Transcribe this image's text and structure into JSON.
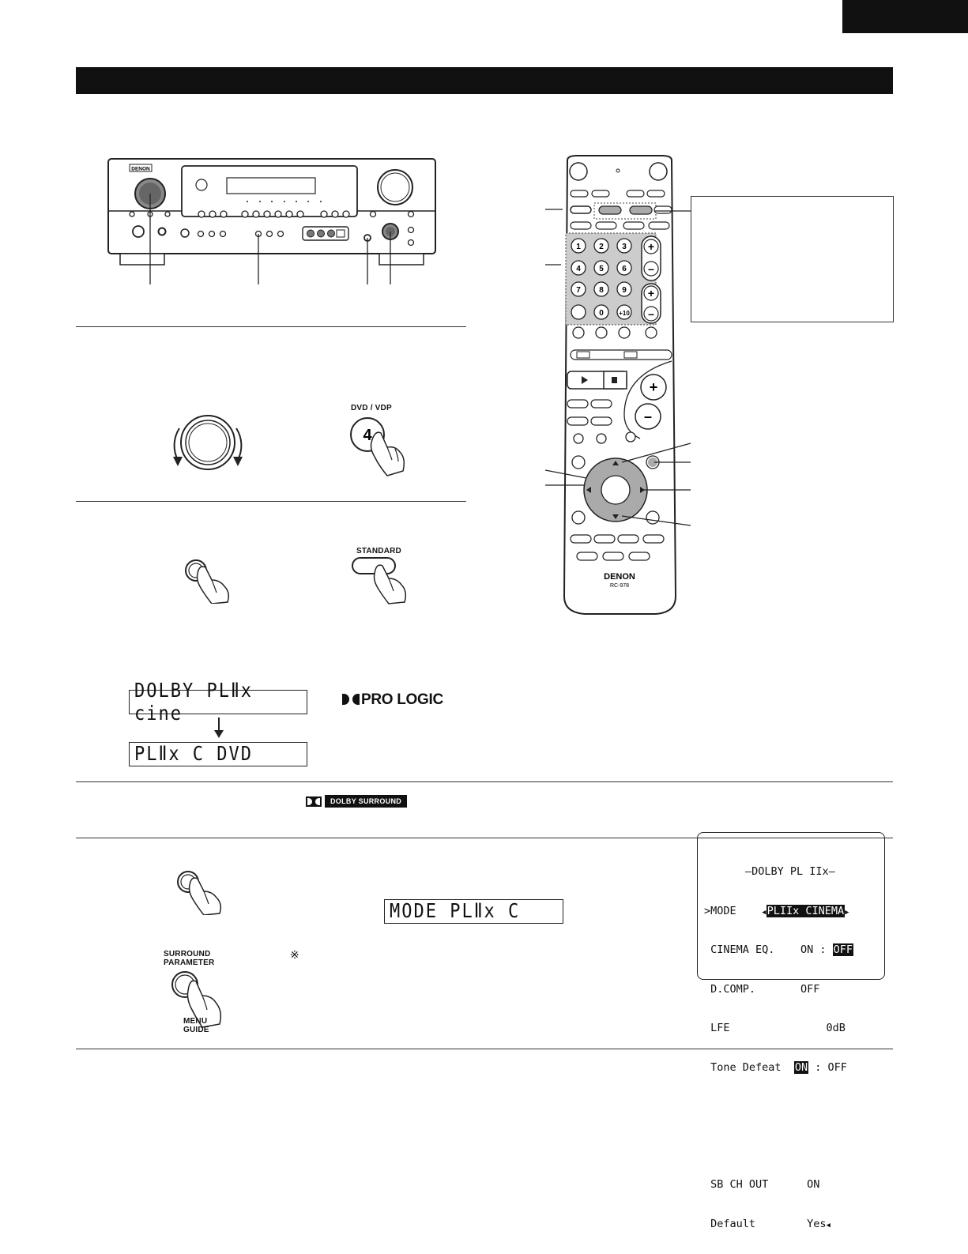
{
  "page": {
    "header_tab": "",
    "title_bar": ""
  },
  "receiver": {
    "brand": "DENON"
  },
  "remote": {
    "brand": "DENON",
    "model": "RC-978"
  },
  "illustrations": {
    "input_button_label": "DVD / VDP",
    "input_button_number": "4",
    "standard_button_label": "STANDARD",
    "surround_parameter_label_1": "SURROUND",
    "surround_parameter_label_2": "PARAMETER",
    "surround_parameter_sub_1": "MENU",
    "surround_parameter_sub_2": "GUIDE"
  },
  "displays": {
    "lcd_1": "DOLBY PLⅡx cine",
    "lcd_2": "PLⅡx C DVD",
    "lcd_3": "MODE  PLⅡx C"
  },
  "logos": {
    "pro_logic": "PRO LOGIC",
    "dolby_surround": "DOLBY SURROUND"
  },
  "note_symbol": "※",
  "osd": {
    "title": "—DOLBY PL IIx—",
    "mode_label": ">MODE",
    "mode_value": "PLIIx CINEMA",
    "cinema_eq_label": "CINEMA EQ.",
    "cinema_eq_on": "ON",
    "cinema_eq_sep": ":",
    "cinema_eq_off": "OFF",
    "dcomp_label": "D.COMP.",
    "dcomp_value": "OFF",
    "lfe_label": "LFE",
    "lfe_value": "0dB",
    "tone_label": "Tone Defeat",
    "tone_on": "ON",
    "tone_sep": ":",
    "tone_off": "OFF",
    "sb_label": "SB CH OUT",
    "sb_value": "ON",
    "default_label": "Default",
    "default_value": "Yes"
  }
}
